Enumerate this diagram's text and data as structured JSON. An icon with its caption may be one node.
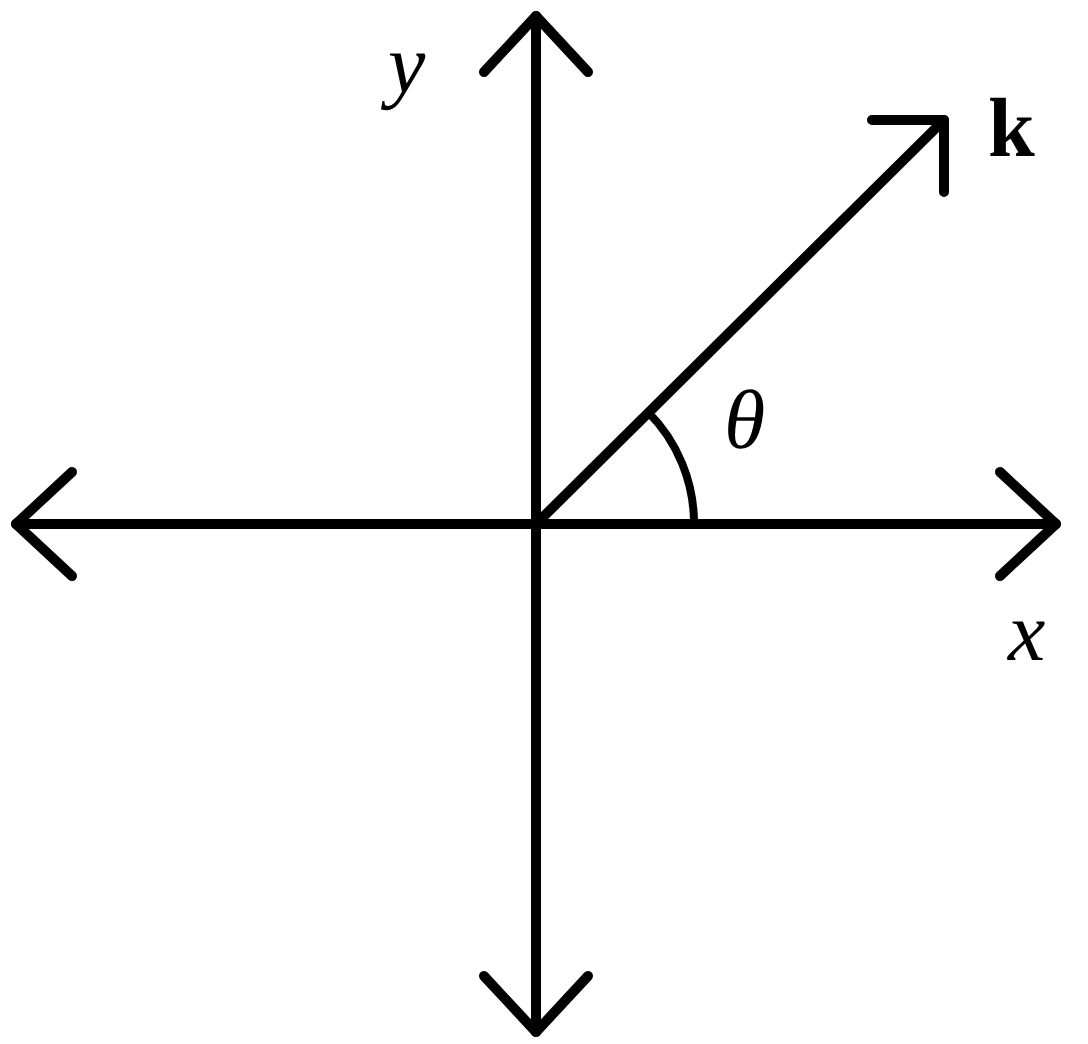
{
  "diagram": {
    "labels": [
      "y",
      "k",
      "θ",
      "x"
    ]
  }
}
